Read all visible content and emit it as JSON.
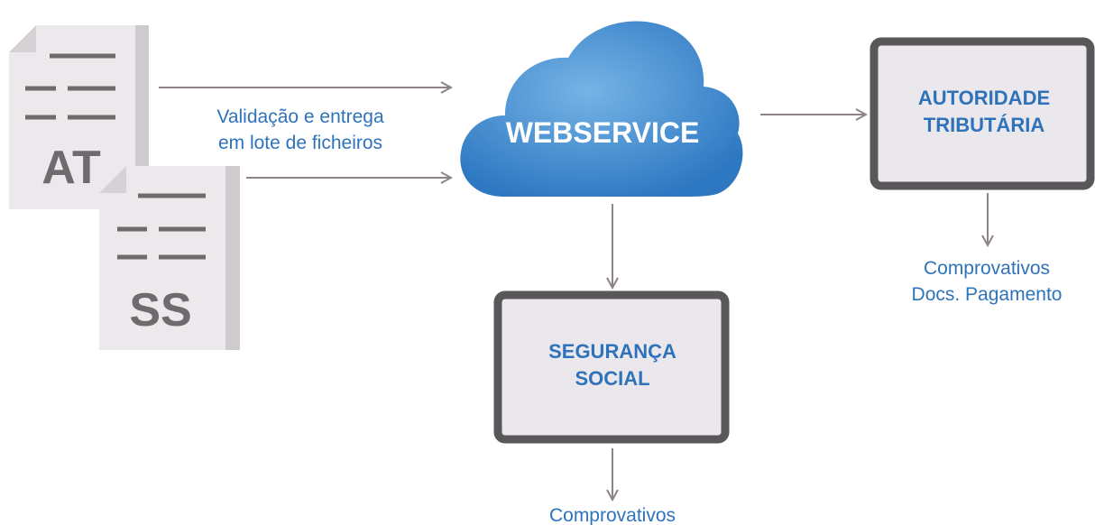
{
  "documents": [
    {
      "code": "AT"
    },
    {
      "code": "SS"
    }
  ],
  "flow_label": [
    "Validação e entrega",
    "em lote de ficheiros"
  ],
  "webservice": {
    "label": "WEBSERVICE"
  },
  "autoridade": {
    "line1": "AUTORIDADE",
    "line2": "TRIBUTÁRIA"
  },
  "seguranca": {
    "line1": "SEGURANÇA",
    "line2": "SOCIAL"
  },
  "outputs": {
    "autoridade": [
      "Comprovativos",
      "Docs. Pagamento"
    ],
    "seguranca": [
      "Comprovativos"
    ]
  },
  "colors": {
    "accent_blue": "#2e73ba",
    "cloud_light": "#6aa9df",
    "cloud_dark": "#2f7cc4",
    "doc_fill": "#ebe9ec",
    "doc_fold": "#cfcacd",
    "doc_glyph": "#6f6a6d",
    "frame_gray": "#59575a",
    "screen_fill": "#ebe8ed",
    "arrow_gray": "#8e8387"
  }
}
